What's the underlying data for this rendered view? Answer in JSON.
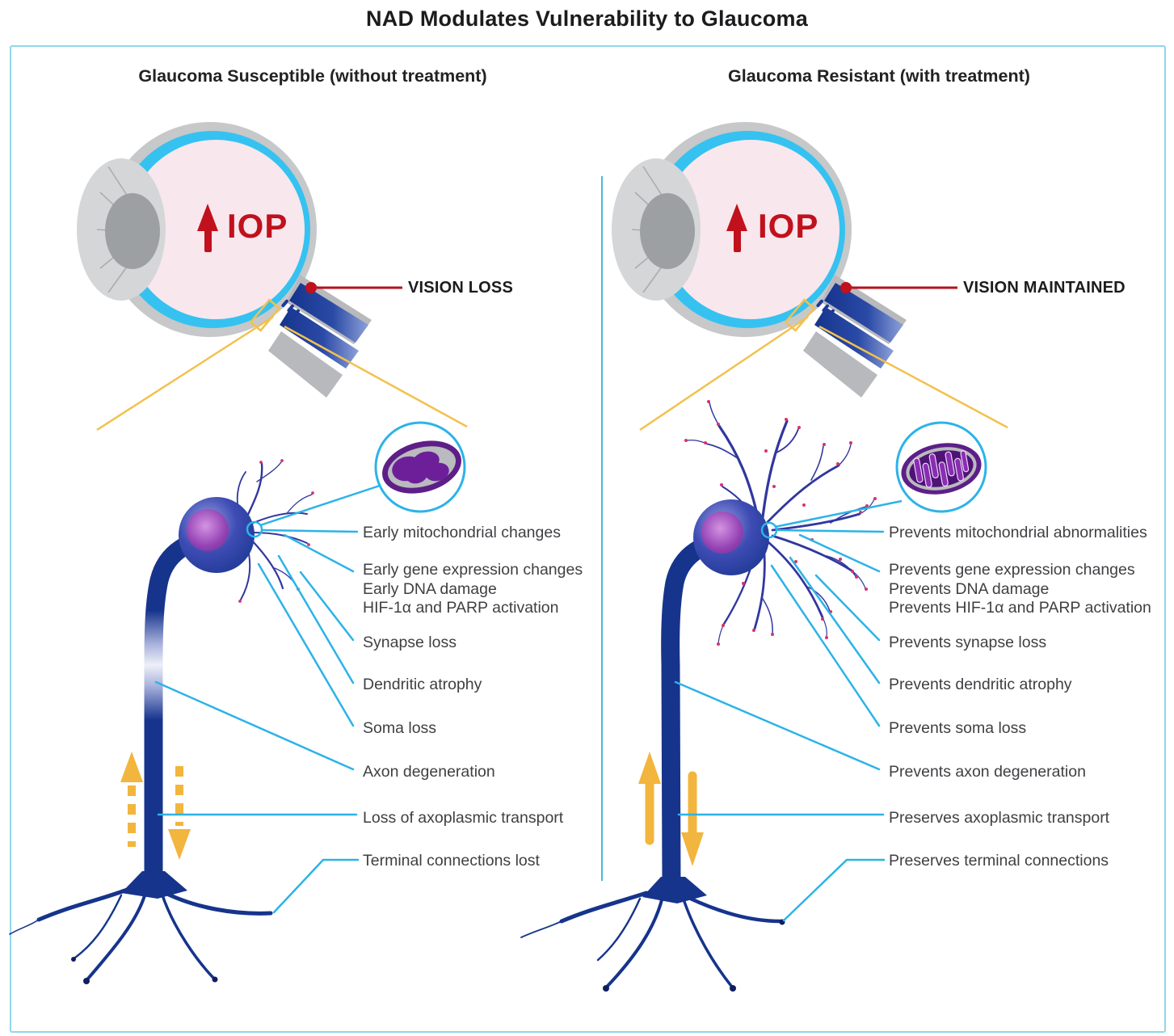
{
  "title": "NAD Modulates Vulnerability to Glaucoma",
  "left": {
    "header": "Glaucoma Susceptible (without treatment)",
    "iop": "IOP",
    "vision": "VISION LOSS",
    "callouts": {
      "mitochondria": "Early mitochondrial changes",
      "gene_line1": "Early gene expression changes",
      "gene_line2": "Early DNA damage",
      "gene_line3": "HIF-1α and PARP activation",
      "synapse": "Synapse loss",
      "dendrite": "Dendritic atrophy",
      "soma": "Soma loss",
      "axon": "Axon degeneration",
      "transport": "Loss of axoplasmic transport",
      "terminal": "Terminal connections lost"
    }
  },
  "right": {
    "header": "Glaucoma Resistant (with treatment)",
    "iop": "IOP",
    "vision": "VISION MAINTAINED",
    "callouts": {
      "mitochondria": "Prevents mitochondrial abnormalities",
      "gene_line1": "Prevents gene expression changes",
      "gene_line2": "Prevents DNA damage",
      "gene_line3": "Prevents HIF-1α and PARP activation",
      "synapse": "Prevents synapse loss",
      "dendrite": "Prevents dendritic atrophy",
      "soma": "Prevents soma loss",
      "axon": "Prevents axon degeneration",
      "transport": "Preserves axoplasmic transport",
      "terminal": "Preserves terminal connections"
    }
  },
  "colors": {
    "accent_cyan": "#2CB3E8",
    "iop_red": "#C0111C",
    "vision_line_red": "#B5121B",
    "axon_blue": "#16348C",
    "mito_purple": "#5D1F87",
    "transport_yellow": "#F2B53D",
    "magnifier_yellow": "#F2C14E",
    "label_gray": "#3F4043",
    "frame_cyan": "#8FD6EA"
  }
}
